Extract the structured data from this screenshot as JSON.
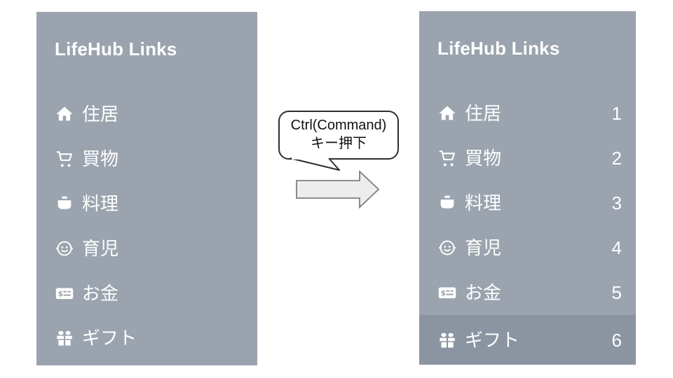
{
  "colors": {
    "panel_bg": "#9ba3ae",
    "panel_active_bg": "#8b94a1",
    "panel_text": "#ffffff",
    "bubble_border": "#2e2e2e",
    "bubble_fill": "#ffffff",
    "arrow_fill": "#ededed",
    "arrow_stroke": "#7e7e7e"
  },
  "callout": {
    "line1": "Ctrl(Command)",
    "line2": "キー押下"
  },
  "arrow": {
    "name": "right-block-arrow"
  },
  "panels": {
    "before": {
      "title": "LifeHub Links",
      "items": [
        {
          "icon": "home-icon",
          "label": "住居"
        },
        {
          "icon": "cart-icon",
          "label": "買物"
        },
        {
          "icon": "pot-icon",
          "label": "料理"
        },
        {
          "icon": "baby-icon",
          "label": "育児"
        },
        {
          "icon": "money-icon",
          "label": "お金"
        },
        {
          "icon": "gift-icon",
          "label": "ギフト"
        }
      ]
    },
    "after": {
      "title": "LifeHub Links",
      "items": [
        {
          "icon": "home-icon",
          "label": "住居",
          "shortcut": "1",
          "active": false
        },
        {
          "icon": "cart-icon",
          "label": "買物",
          "shortcut": "2",
          "active": false
        },
        {
          "icon": "pot-icon",
          "label": "料理",
          "shortcut": "3",
          "active": false
        },
        {
          "icon": "baby-icon",
          "label": "育児",
          "shortcut": "4",
          "active": false
        },
        {
          "icon": "money-icon",
          "label": "お金",
          "shortcut": "5",
          "active": false
        },
        {
          "icon": "gift-icon",
          "label": "ギフト",
          "shortcut": "6",
          "active": true
        }
      ]
    }
  }
}
